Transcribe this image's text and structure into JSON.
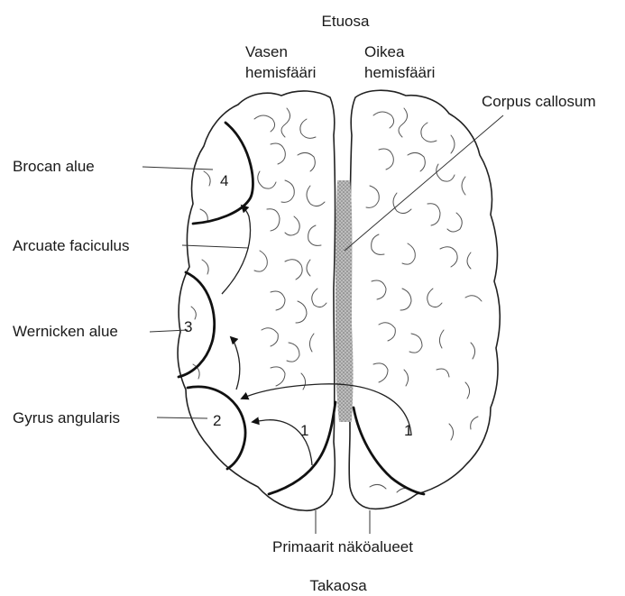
{
  "labels": {
    "front": "Etuosa",
    "back": "Takaosa",
    "left_hemisphere_1": "Vasen",
    "left_hemisphere_2": "hemisfääri",
    "right_hemisphere_1": "Oikea",
    "right_hemisphere_2": "hemisfääri",
    "corpus_callosum": "Corpus callosum",
    "broca": "Brocan alue",
    "arcuate": "Arcuate faciculus",
    "wernicke": "Wernicken alue",
    "angular": "Gyrus angularis",
    "visual": "Primaarit näköalueet"
  },
  "area_numbers": {
    "broca": "4",
    "wernicke": "3",
    "angular": "2",
    "visual_left": "1",
    "visual_right": "1"
  },
  "colors": {
    "ink": "#1a1a1a",
    "corpus_callosum_fill": "#9a9a9a"
  }
}
